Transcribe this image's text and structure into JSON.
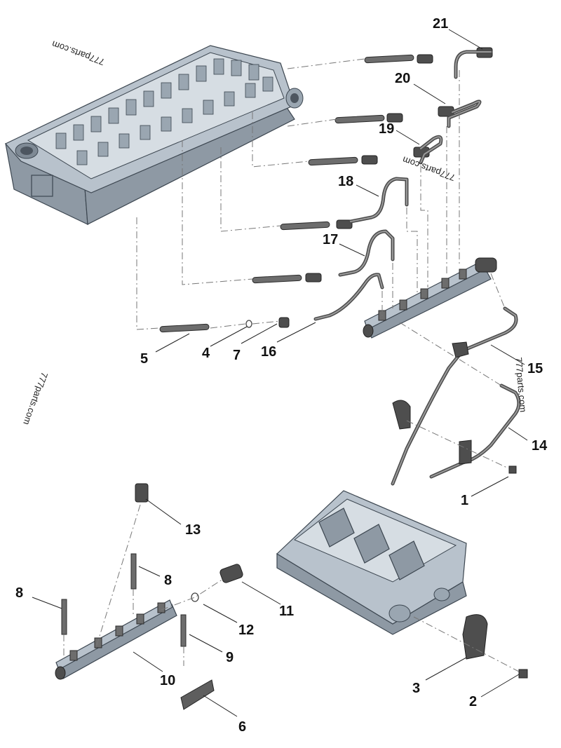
{
  "diagram": {
    "callouts": [
      "21",
      "20",
      "19",
      "18",
      "17",
      "16",
      "15",
      "14",
      "13",
      "12",
      "11",
      "10",
      "9",
      "8",
      "8",
      "7",
      "6",
      "5",
      "4",
      "3",
      "2",
      "1"
    ],
    "watermarks": [
      "777parts.com",
      "777parts.com",
      "777parts.com",
      "777parts.com"
    ],
    "colors": {
      "casting": "#b8c2cc",
      "casting_shadow": "#8e99a4",
      "pipe": "#4a4a4a",
      "leader": "#222222"
    }
  }
}
